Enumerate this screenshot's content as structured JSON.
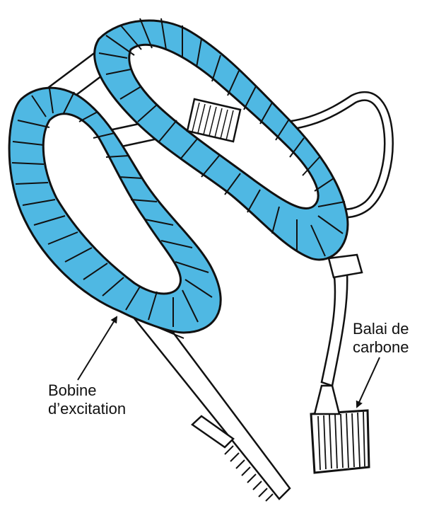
{
  "colors": {
    "coil_fill": "#4fb8e3",
    "outline": "#111111",
    "metal": "#ffffff",
    "background": "#ffffff"
  },
  "labels": {
    "field_coil": [
      "Bobine",
      "d’excitation"
    ],
    "carbon_brush": [
      "Balai de",
      "carbone"
    ]
  }
}
